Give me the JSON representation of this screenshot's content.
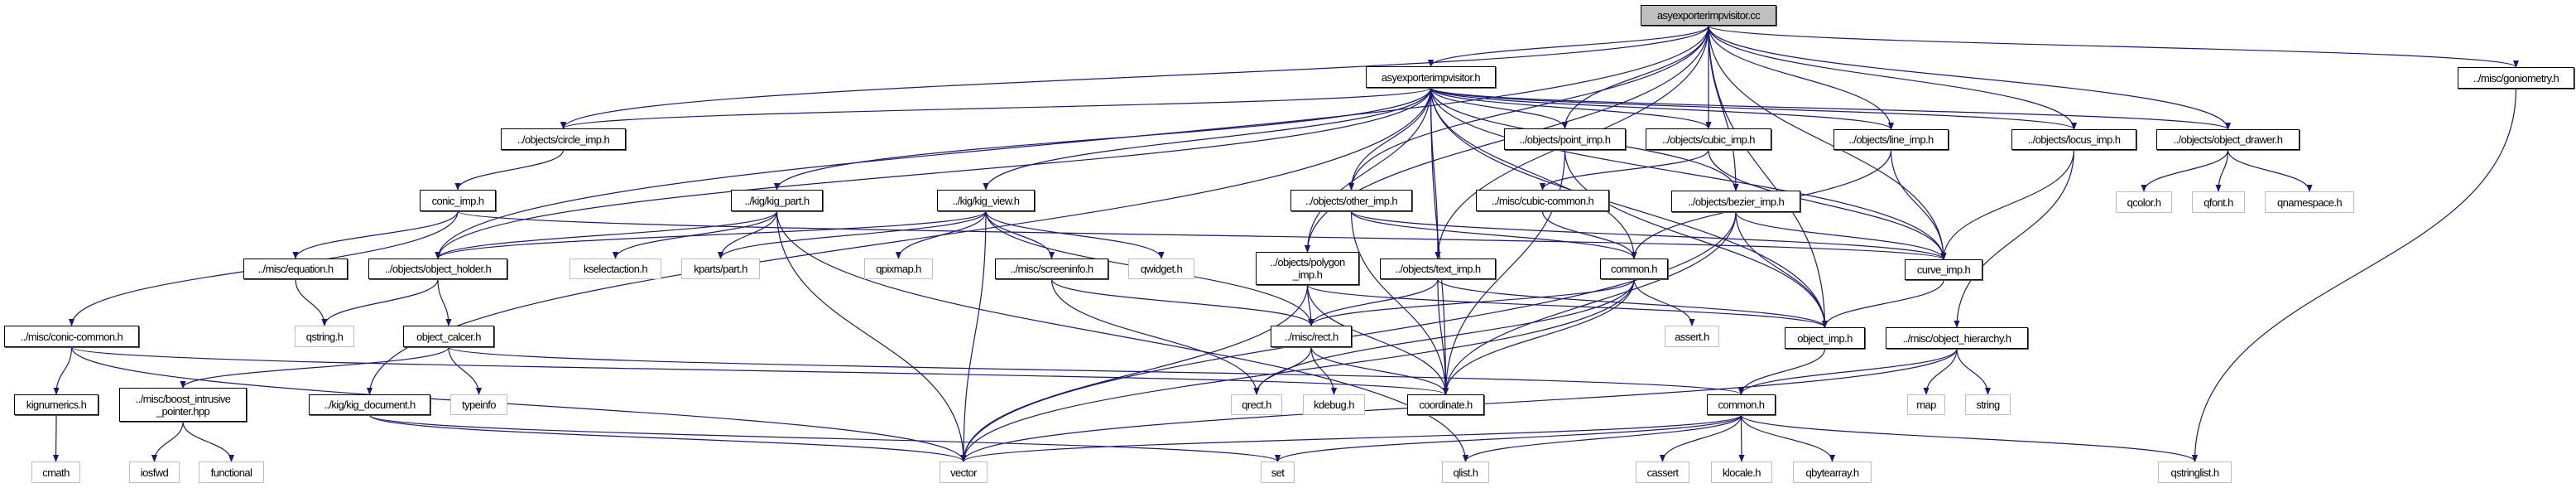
{
  "graph": {
    "colors": {
      "edge": "#191970",
      "root_fill": "#bfbfbf",
      "documented_border": "#000000",
      "external_border": "#bfbfbf"
    },
    "nodes": [
      {
        "id": "cc",
        "label": "asyexporterimpvisitor.cc",
        "kind": "root"
      },
      {
        "id": "h",
        "label": "asyexporterimpvisitor.h",
        "kind": "doc"
      },
      {
        "id": "circle",
        "label": "../objects/circle_imp.h",
        "kind": "doc"
      },
      {
        "id": "point",
        "label": "../objects/point_imp.h",
        "kind": "doc"
      },
      {
        "id": "cubic",
        "label": "../objects/cubic_imp.h",
        "kind": "doc"
      },
      {
        "id": "line",
        "label": "../objects/line_imp.h",
        "kind": "doc"
      },
      {
        "id": "locus",
        "label": "../objects/locus_imp.h",
        "kind": "doc"
      },
      {
        "id": "drawer",
        "label": "../objects/object_drawer.h",
        "kind": "doc"
      },
      {
        "id": "gonio",
        "label": "../misc/goniometry.h",
        "kind": "doc"
      },
      {
        "id": "conic",
        "label": "conic_imp.h",
        "kind": "doc"
      },
      {
        "id": "kigpart",
        "label": "../kig/kig_part.h",
        "kind": "doc"
      },
      {
        "id": "kigview",
        "label": "../kig/kig_view.h",
        "kind": "doc"
      },
      {
        "id": "other",
        "label": "../objects/other_imp.h",
        "kind": "doc"
      },
      {
        "id": "cubiccommon",
        "label": "../misc/cubic-common.h",
        "kind": "doc"
      },
      {
        "id": "bezier",
        "label": "../objects/bezier_imp.h",
        "kind": "doc"
      },
      {
        "id": "qcolor",
        "label": "qcolor.h",
        "kind": "ext"
      },
      {
        "id": "qfont",
        "label": "qfont.h",
        "kind": "ext"
      },
      {
        "id": "qnamespace",
        "label": "qnamespace.h",
        "kind": "ext"
      },
      {
        "id": "equation",
        "label": "../misc/equation.h",
        "kind": "doc"
      },
      {
        "id": "holder",
        "label": "../objects/object_holder.h",
        "kind": "doc"
      },
      {
        "id": "kselect",
        "label": "kselectaction.h",
        "kind": "ext"
      },
      {
        "id": "part",
        "label": "kparts/part.h",
        "kind": "ext"
      },
      {
        "id": "qpixmap",
        "label": "qpixmap.h",
        "kind": "ext"
      },
      {
        "id": "screeninfo",
        "label": "../misc/screeninfo.h",
        "kind": "doc"
      },
      {
        "id": "qwidget",
        "label": "qwidget.h",
        "kind": "ext"
      },
      {
        "id": "polygon",
        "label": "../objects/polygon\n_imp.h",
        "kind": "doc"
      },
      {
        "id": "text",
        "label": "../objects/text_imp.h",
        "kind": "doc"
      },
      {
        "id": "common1",
        "label": "common.h",
        "kind": "doc"
      },
      {
        "id": "curve",
        "label": "curve_imp.h",
        "kind": "doc"
      },
      {
        "id": "coniccommon",
        "label": "../misc/conic-common.h",
        "kind": "doc"
      },
      {
        "id": "qstring",
        "label": "qstring.h",
        "kind": "ext"
      },
      {
        "id": "calcer",
        "label": "object_calcer.h",
        "kind": "doc"
      },
      {
        "id": "rect",
        "label": "../misc/rect.h",
        "kind": "doc"
      },
      {
        "id": "assert",
        "label": "assert.h",
        "kind": "ext"
      },
      {
        "id": "objimp",
        "label": "object_imp.h",
        "kind": "doc"
      },
      {
        "id": "hier",
        "label": "../misc/object_hierarchy.h",
        "kind": "doc"
      },
      {
        "id": "kignum",
        "label": "kignumerics.h",
        "kind": "doc"
      },
      {
        "id": "boost",
        "label": "../misc/boost_intrusive\n_pointer.hpp",
        "kind": "doc"
      },
      {
        "id": "kigdoc",
        "label": "../kig/kig_document.h",
        "kind": "doc"
      },
      {
        "id": "typeinfo",
        "label": "typeinfo",
        "kind": "ext"
      },
      {
        "id": "qrect",
        "label": "qrect.h",
        "kind": "ext"
      },
      {
        "id": "kdebug",
        "label": "kdebug.h",
        "kind": "ext"
      },
      {
        "id": "coord",
        "label": "coordinate.h",
        "kind": "doc"
      },
      {
        "id": "common2",
        "label": "common.h",
        "kind": "doc"
      },
      {
        "id": "map",
        "label": "map",
        "kind": "ext"
      },
      {
        "id": "string",
        "label": "string",
        "kind": "ext"
      },
      {
        "id": "cmath",
        "label": "cmath",
        "kind": "ext"
      },
      {
        "id": "iosfwd",
        "label": "iosfwd",
        "kind": "ext"
      },
      {
        "id": "functional",
        "label": "functional",
        "kind": "ext"
      },
      {
        "id": "vector",
        "label": "vector",
        "kind": "ext"
      },
      {
        "id": "set",
        "label": "set",
        "kind": "ext"
      },
      {
        "id": "qlist",
        "label": "qlist.h",
        "kind": "ext"
      },
      {
        "id": "cassert",
        "label": "cassert",
        "kind": "ext"
      },
      {
        "id": "klocale",
        "label": "klocale.h",
        "kind": "ext"
      },
      {
        "id": "qbytearray",
        "label": "qbytearray.h",
        "kind": "ext"
      },
      {
        "id": "qstringlist",
        "label": "qstringlist.h",
        "kind": "ext"
      }
    ],
    "edges": [
      [
        "cc",
        "h"
      ],
      [
        "cc",
        "circle"
      ],
      [
        "cc",
        "holder"
      ],
      [
        "cc",
        "polygon"
      ],
      [
        "cc",
        "text"
      ],
      [
        "cc",
        "other"
      ],
      [
        "cc",
        "point"
      ],
      [
        "cc",
        "cubic"
      ],
      [
        "cc",
        "line"
      ],
      [
        "cc",
        "bezier"
      ],
      [
        "cc",
        "locus"
      ],
      [
        "cc",
        "drawer"
      ],
      [
        "cc",
        "gonio"
      ],
      [
        "cc",
        "curve"
      ],
      [
        "cc",
        "objimp"
      ],
      [
        "h",
        "circle"
      ],
      [
        "h",
        "kigpart"
      ],
      [
        "h",
        "holder"
      ],
      [
        "h",
        "kigview"
      ],
      [
        "h",
        "other"
      ],
      [
        "h",
        "polygon"
      ],
      [
        "h",
        "text"
      ],
      [
        "h",
        "point"
      ],
      [
        "h",
        "cubic"
      ],
      [
        "h",
        "line"
      ],
      [
        "h",
        "bezier"
      ],
      [
        "h",
        "locus"
      ],
      [
        "h",
        "drawer"
      ],
      [
        "h",
        "curve"
      ],
      [
        "h",
        "objimp"
      ],
      [
        "h",
        "coord"
      ],
      [
        "h",
        "common1"
      ],
      [
        "h",
        "kigdoc"
      ],
      [
        "circle",
        "conic"
      ],
      [
        "conic",
        "coniccommon"
      ],
      [
        "conic",
        "equation"
      ],
      [
        "conic",
        "curve"
      ],
      [
        "kigpart",
        "holder"
      ],
      [
        "kigpart",
        "kselect"
      ],
      [
        "kigpart",
        "part"
      ],
      [
        "kigpart",
        "qlist"
      ],
      [
        "kigpart",
        "vector"
      ],
      [
        "kigview",
        "holder"
      ],
      [
        "kigview",
        "qpixmap"
      ],
      [
        "kigview",
        "screeninfo"
      ],
      [
        "kigview",
        "qwidget"
      ],
      [
        "kigview",
        "rect"
      ],
      [
        "kigview",
        "part"
      ],
      [
        "kigview",
        "vector"
      ],
      [
        "equation",
        "qstring"
      ],
      [
        "holder",
        "qstring"
      ],
      [
        "holder",
        "calcer"
      ],
      [
        "coniccommon",
        "kignum"
      ],
      [
        "coniccommon",
        "coord"
      ],
      [
        "coniccommon",
        "vector"
      ],
      [
        "calcer",
        "boost"
      ],
      [
        "calcer",
        "typeinfo"
      ],
      [
        "calcer",
        "common2"
      ],
      [
        "boost",
        "iosfwd"
      ],
      [
        "boost",
        "functional"
      ],
      [
        "kignum",
        "cmath"
      ],
      [
        "kigdoc",
        "vector"
      ],
      [
        "kigdoc",
        "set"
      ],
      [
        "other",
        "common1"
      ],
      [
        "other",
        "coord"
      ],
      [
        "other",
        "curve"
      ],
      [
        "cubic",
        "cubiccommon"
      ],
      [
        "cubic",
        "curve"
      ],
      [
        "cubiccommon",
        "common1"
      ],
      [
        "point",
        "objimp"
      ],
      [
        "point",
        "coord"
      ],
      [
        "line",
        "common1"
      ],
      [
        "line",
        "curve"
      ],
      [
        "bezier",
        "curve"
      ],
      [
        "bezier",
        "objimp"
      ],
      [
        "bezier",
        "vector"
      ],
      [
        "bezier",
        "coord"
      ],
      [
        "locus",
        "curve"
      ],
      [
        "locus",
        "hier"
      ],
      [
        "drawer",
        "qcolor"
      ],
      [
        "drawer",
        "qfont"
      ],
      [
        "drawer",
        "qnamespace"
      ],
      [
        "gonio",
        "qstringlist"
      ],
      [
        "polygon",
        "vector"
      ],
      [
        "polygon",
        "coord"
      ],
      [
        "polygon",
        "objimp"
      ],
      [
        "polygon",
        "rect"
      ],
      [
        "text",
        "rect"
      ],
      [
        "text",
        "coord"
      ],
      [
        "text",
        "objimp"
      ],
      [
        "screeninfo",
        "rect"
      ],
      [
        "screeninfo",
        "qrect"
      ],
      [
        "common1",
        "rect"
      ],
      [
        "common1",
        "qrect"
      ],
      [
        "common1",
        "coord"
      ],
      [
        "common1",
        "assert"
      ],
      [
        "common1",
        "vector"
      ],
      [
        "rect",
        "qrect"
      ],
      [
        "rect",
        "kdebug"
      ],
      [
        "rect",
        "coord"
      ],
      [
        "curve",
        "objimp"
      ],
      [
        "objimp",
        "common2"
      ],
      [
        "hier",
        "common2"
      ],
      [
        "hier",
        "map"
      ],
      [
        "hier",
        "string"
      ],
      [
        "hier",
        "vector"
      ],
      [
        "common2",
        "vector"
      ],
      [
        "common2",
        "set"
      ],
      [
        "common2",
        "qlist"
      ],
      [
        "common2",
        "cassert"
      ],
      [
        "common2",
        "klocale"
      ],
      [
        "common2",
        "qbytearray"
      ],
      [
        "common2",
        "qstringlist"
      ]
    ]
  }
}
